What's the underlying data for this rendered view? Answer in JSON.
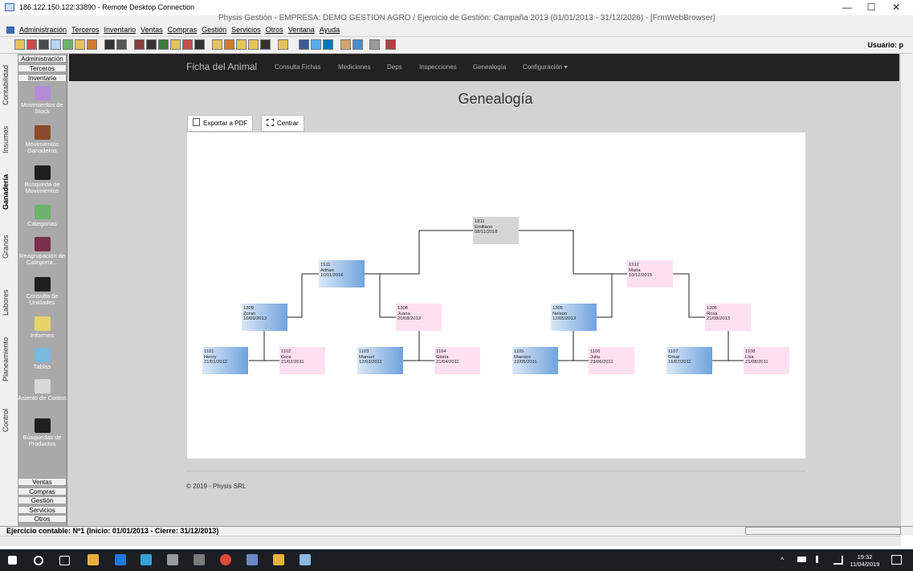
{
  "rdp": {
    "title": "186.122.150.122:33890 - Remote Desktop Connection",
    "minimize": "—",
    "maximize": "☐",
    "close": "✕"
  },
  "app": {
    "title": "Physis Gestión - EMPRESA: DEMO GESTION AGRO / Ejercicio de Gestión: Campaña 2013 (01/01/2013 - 31/12/2026) - [FrmWebBrowser]"
  },
  "menu": [
    "Administración",
    "Terceros",
    "Inventario",
    "Ventas",
    "Compras",
    "Gestión",
    "Servicios",
    "Otros",
    "Ventana",
    "Ayuda"
  ],
  "toolbar": {
    "user_label": "Usuario: p"
  },
  "vertical_tabs": [
    "Contabilidad",
    "Insumos",
    "Ganadería",
    "Granos",
    "Labores",
    "Planeamiento",
    "Control"
  ],
  "sidebar": {
    "top_headers": [
      "Administración",
      "Terceros",
      "Inventario"
    ],
    "items": [
      {
        "label": "Movimientos de Stock",
        "icon": "stock-move-icon"
      },
      {
        "label": "Movimientos Ganaderos",
        "icon": "cattle-move-icon"
      },
      {
        "label": "Búsqueda de Movimientos",
        "icon": "binoculars-icon"
      },
      {
        "label": "Categorías",
        "icon": "categories-icon"
      },
      {
        "label": "Reagrupación de Categoría...",
        "icon": "regroup-icon"
      },
      {
        "label": "Consulta de Unidades",
        "icon": "binoculars-icon"
      },
      {
        "label": "Informes",
        "icon": "book-icon"
      },
      {
        "label": "Tablas",
        "icon": "tables-icon"
      },
      {
        "label": "Asiento de Costos",
        "icon": "printer-icon"
      },
      {
        "label": "Búsquedas de Productos",
        "icon": "binoculars-icon"
      }
    ],
    "bottom_headers": [
      "Ventas",
      "Compras",
      "Gestión",
      "Servicios",
      "Otros"
    ]
  },
  "navbar": {
    "brand": "Ficha del Animal",
    "links": [
      "Consulta Fichas",
      "Mediciones",
      "Deps",
      "Inspecciones",
      "Genealogía",
      "Configuración ▾"
    ]
  },
  "page": {
    "title": "Genealogía",
    "export_button": "Exportar a PDF",
    "center_button": "Centrar",
    "footer": "© 2019 - Physis SRL"
  },
  "tree": {
    "root": {
      "id": "1811",
      "name": "Emiliano",
      "date": "08/11/2018"
    },
    "gen1": [
      {
        "id": "1511",
        "name": "Adrian",
        "date": "10/11/2016",
        "sex": "m"
      },
      {
        "id": "1512",
        "name": "Maria",
        "date": "10/12/2015",
        "sex": "f"
      }
    ],
    "gen2": [
      {
        "id": "1309",
        "name": "Zoran",
        "date": "10/09/2013",
        "sex": "m"
      },
      {
        "id": "1308",
        "name": "Juana",
        "date": "20/08/2013",
        "sex": "f"
      },
      {
        "id": "1305",
        "name": "Nelson",
        "date": "12/05/2013",
        "sex": "m"
      },
      {
        "id": "1306",
        "name": "Rosa",
        "date": "21/08/2013",
        "sex": "f"
      }
    ],
    "gen3": [
      {
        "id": "1101",
        "name": "Henry",
        "date": "21/01/2012",
        "sex": "m"
      },
      {
        "id": "1102",
        "name": "Cora",
        "date": "21/02/2011",
        "sex": "f"
      },
      {
        "id": "1103",
        "name": "Manuel",
        "date": "12/03/2011",
        "sex": "m"
      },
      {
        "id": "1104",
        "name": "Gloria",
        "date": "21/04/2011",
        "sex": "f"
      },
      {
        "id": "1105",
        "name": "Maestro",
        "date": "22/05/2011",
        "sex": "m"
      },
      {
        "id": "1106",
        "name": "Julia",
        "date": "23/06/2011",
        "sex": "f"
      },
      {
        "id": "1107",
        "name": "Omar",
        "date": "16/07/2011",
        "sex": "m"
      },
      {
        "id": "1108",
        "name": "Lisa",
        "date": "21/08/2011",
        "sex": "f"
      }
    ]
  },
  "status": {
    "text": "Ejercicio contable: Nº1 (Inicio: 01/01/2013 - Cierre: 31/12/2013)"
  },
  "taskbar": {
    "time": "19:32",
    "date": "11/04/2019"
  },
  "colors": {
    "navbar": "#222222",
    "male_node": "#6fa3dc",
    "female_node": "#fde0f0",
    "sidebar": "#a9a9a9"
  }
}
